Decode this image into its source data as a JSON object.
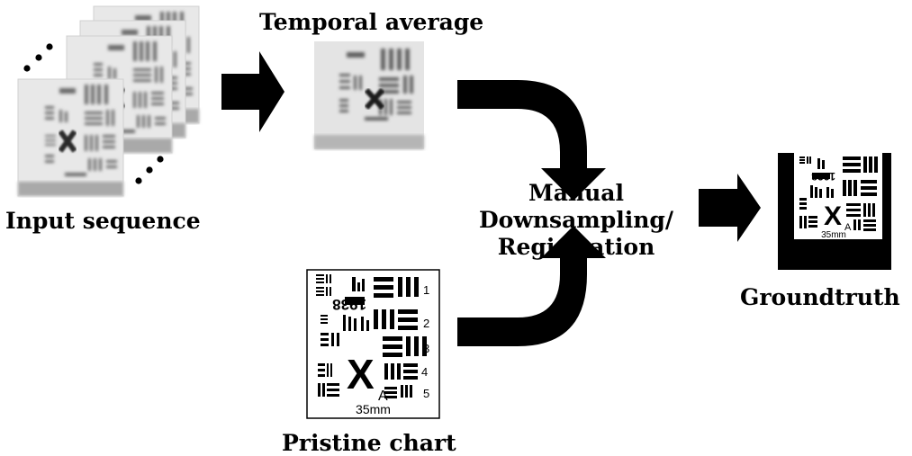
{
  "labels": {
    "temporal_average": "Temporal average",
    "input_sequence": "Input sequence",
    "manual_line1": "Manual",
    "manual_line2": "Downsampling/",
    "manual_line3": "Registration",
    "groundtruth": "Groundtruth",
    "pristine_chart": "Pristine chart"
  },
  "chart_text": {
    "scale": "35mm",
    "center_letter": "X",
    "corner_letter": "A",
    "year": "1938",
    "numbers": [
      "1",
      "2",
      "3",
      "4",
      "5"
    ]
  },
  "colors": {
    "ink": "#000000",
    "blurred_bg": "#e6e6e6",
    "blurred_ink": "#5a5a5a"
  }
}
